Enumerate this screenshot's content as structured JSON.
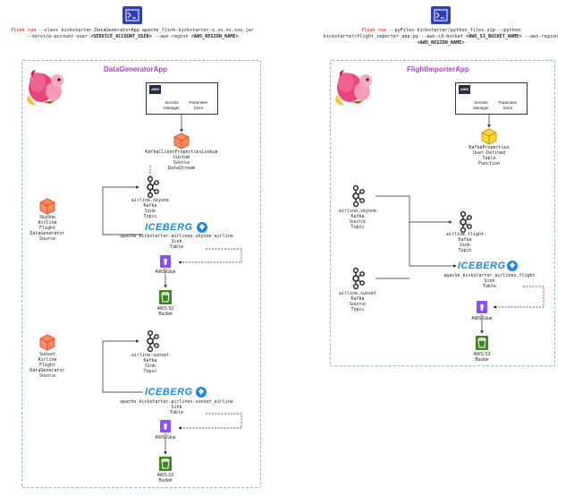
{
  "left": {
    "command_line1_kw": "flink run",
    "command_line1_rest": " --class kickstarter.DataGeneratorApp apache_flink-kickstarter-x.xx.xx.xxx.jar",
    "command_line2_pre": "--service-account-user ",
    "command_line2_b1": "<SERVICE_ACCOUNT_USER>",
    "command_line2_mid": " --aws-region ",
    "command_line2_b2": "<AWS_REGION_NAME>",
    "app_title": "DataGeneratorApp",
    "aws_label": "AWS",
    "secrets_manager": [
      "Secrets",
      "Manager"
    ],
    "parameter_store": [
      "Parameter",
      "Store"
    ],
    "custom_source": [
      "KafkaClientPropertiesLookup",
      "Custom",
      "Source",
      "DataStream"
    ],
    "skyone_source": [
      "SkyOne",
      "Airline",
      "Flight",
      "DataGenerator",
      "Source"
    ],
    "skyone_kafka": [
      "airline.skyone",
      "Kafka",
      "Sink",
      "Topic"
    ],
    "iceberg_label": "ICEBERG",
    "skyone_iceberg": [
      "apache_kickstarter.airlines.skyone_airline",
      "Sink",
      "Table"
    ],
    "glue1": "AWS Glue",
    "s3_1": [
      "AWS S3",
      "Bucket"
    ],
    "sunset_source": [
      "Sunset",
      "Airline",
      "Flight",
      "DataGenerator",
      "Source"
    ],
    "sunset_kafka": [
      "airline.sunset",
      "Kafka",
      "Sink",
      "Topic"
    ],
    "sunset_iceberg": [
      "apache_kickstarter.airlines.sunset_airline",
      "Sink",
      "Table"
    ],
    "glue2": "AWS Glue",
    "s3_2": [
      "AWS S3",
      "Bucket"
    ]
  },
  "right": {
    "command_line1_kw": "flink run",
    "command_line1_rest": " --pyFiles kickstarter/python_files.zip --python",
    "command_line2_pre": "kickstarter/flight_importer_app.py --aws-s3-bucket ",
    "command_line2_b1": "<AWS_S3_BUCKET_NAME>",
    "command_line2_mid": " --aws-region",
    "command_line3": "<AWS_REGION_NAME>",
    "app_title": "FlightImporterApp",
    "aws_label": "AWS",
    "secrets_manager": [
      "Secrets",
      "Manager"
    ],
    "parameter_store": [
      "Parameter",
      "Store"
    ],
    "udtf": [
      "KafkaProperties",
      "User-Defined",
      "Table",
      "Function"
    ],
    "skyone_kafka": [
      "airline.skyone",
      "Kafka",
      "Source",
      "Topic"
    ],
    "flight_kafka": [
      "airline.flight",
      "Kafka",
      "Sink",
      "Topic"
    ],
    "sunset_kafka": [
      "airline.sunset",
      "Kafka",
      "Source",
      "Topic"
    ],
    "iceberg_label": "ICEBERG",
    "flights_iceberg": [
      "apache_kickstarter.airlines.flight",
      "Sink",
      "Table"
    ],
    "glue": "AWS Glue",
    "s3": [
      "AWS S3",
      "Bucket"
    ]
  },
  "colors": {
    "accent": "#b23bd6",
    "iceberg": "#1e88e5",
    "terminal": "#2f3fb5",
    "group_border": "#8fb3d9"
  }
}
